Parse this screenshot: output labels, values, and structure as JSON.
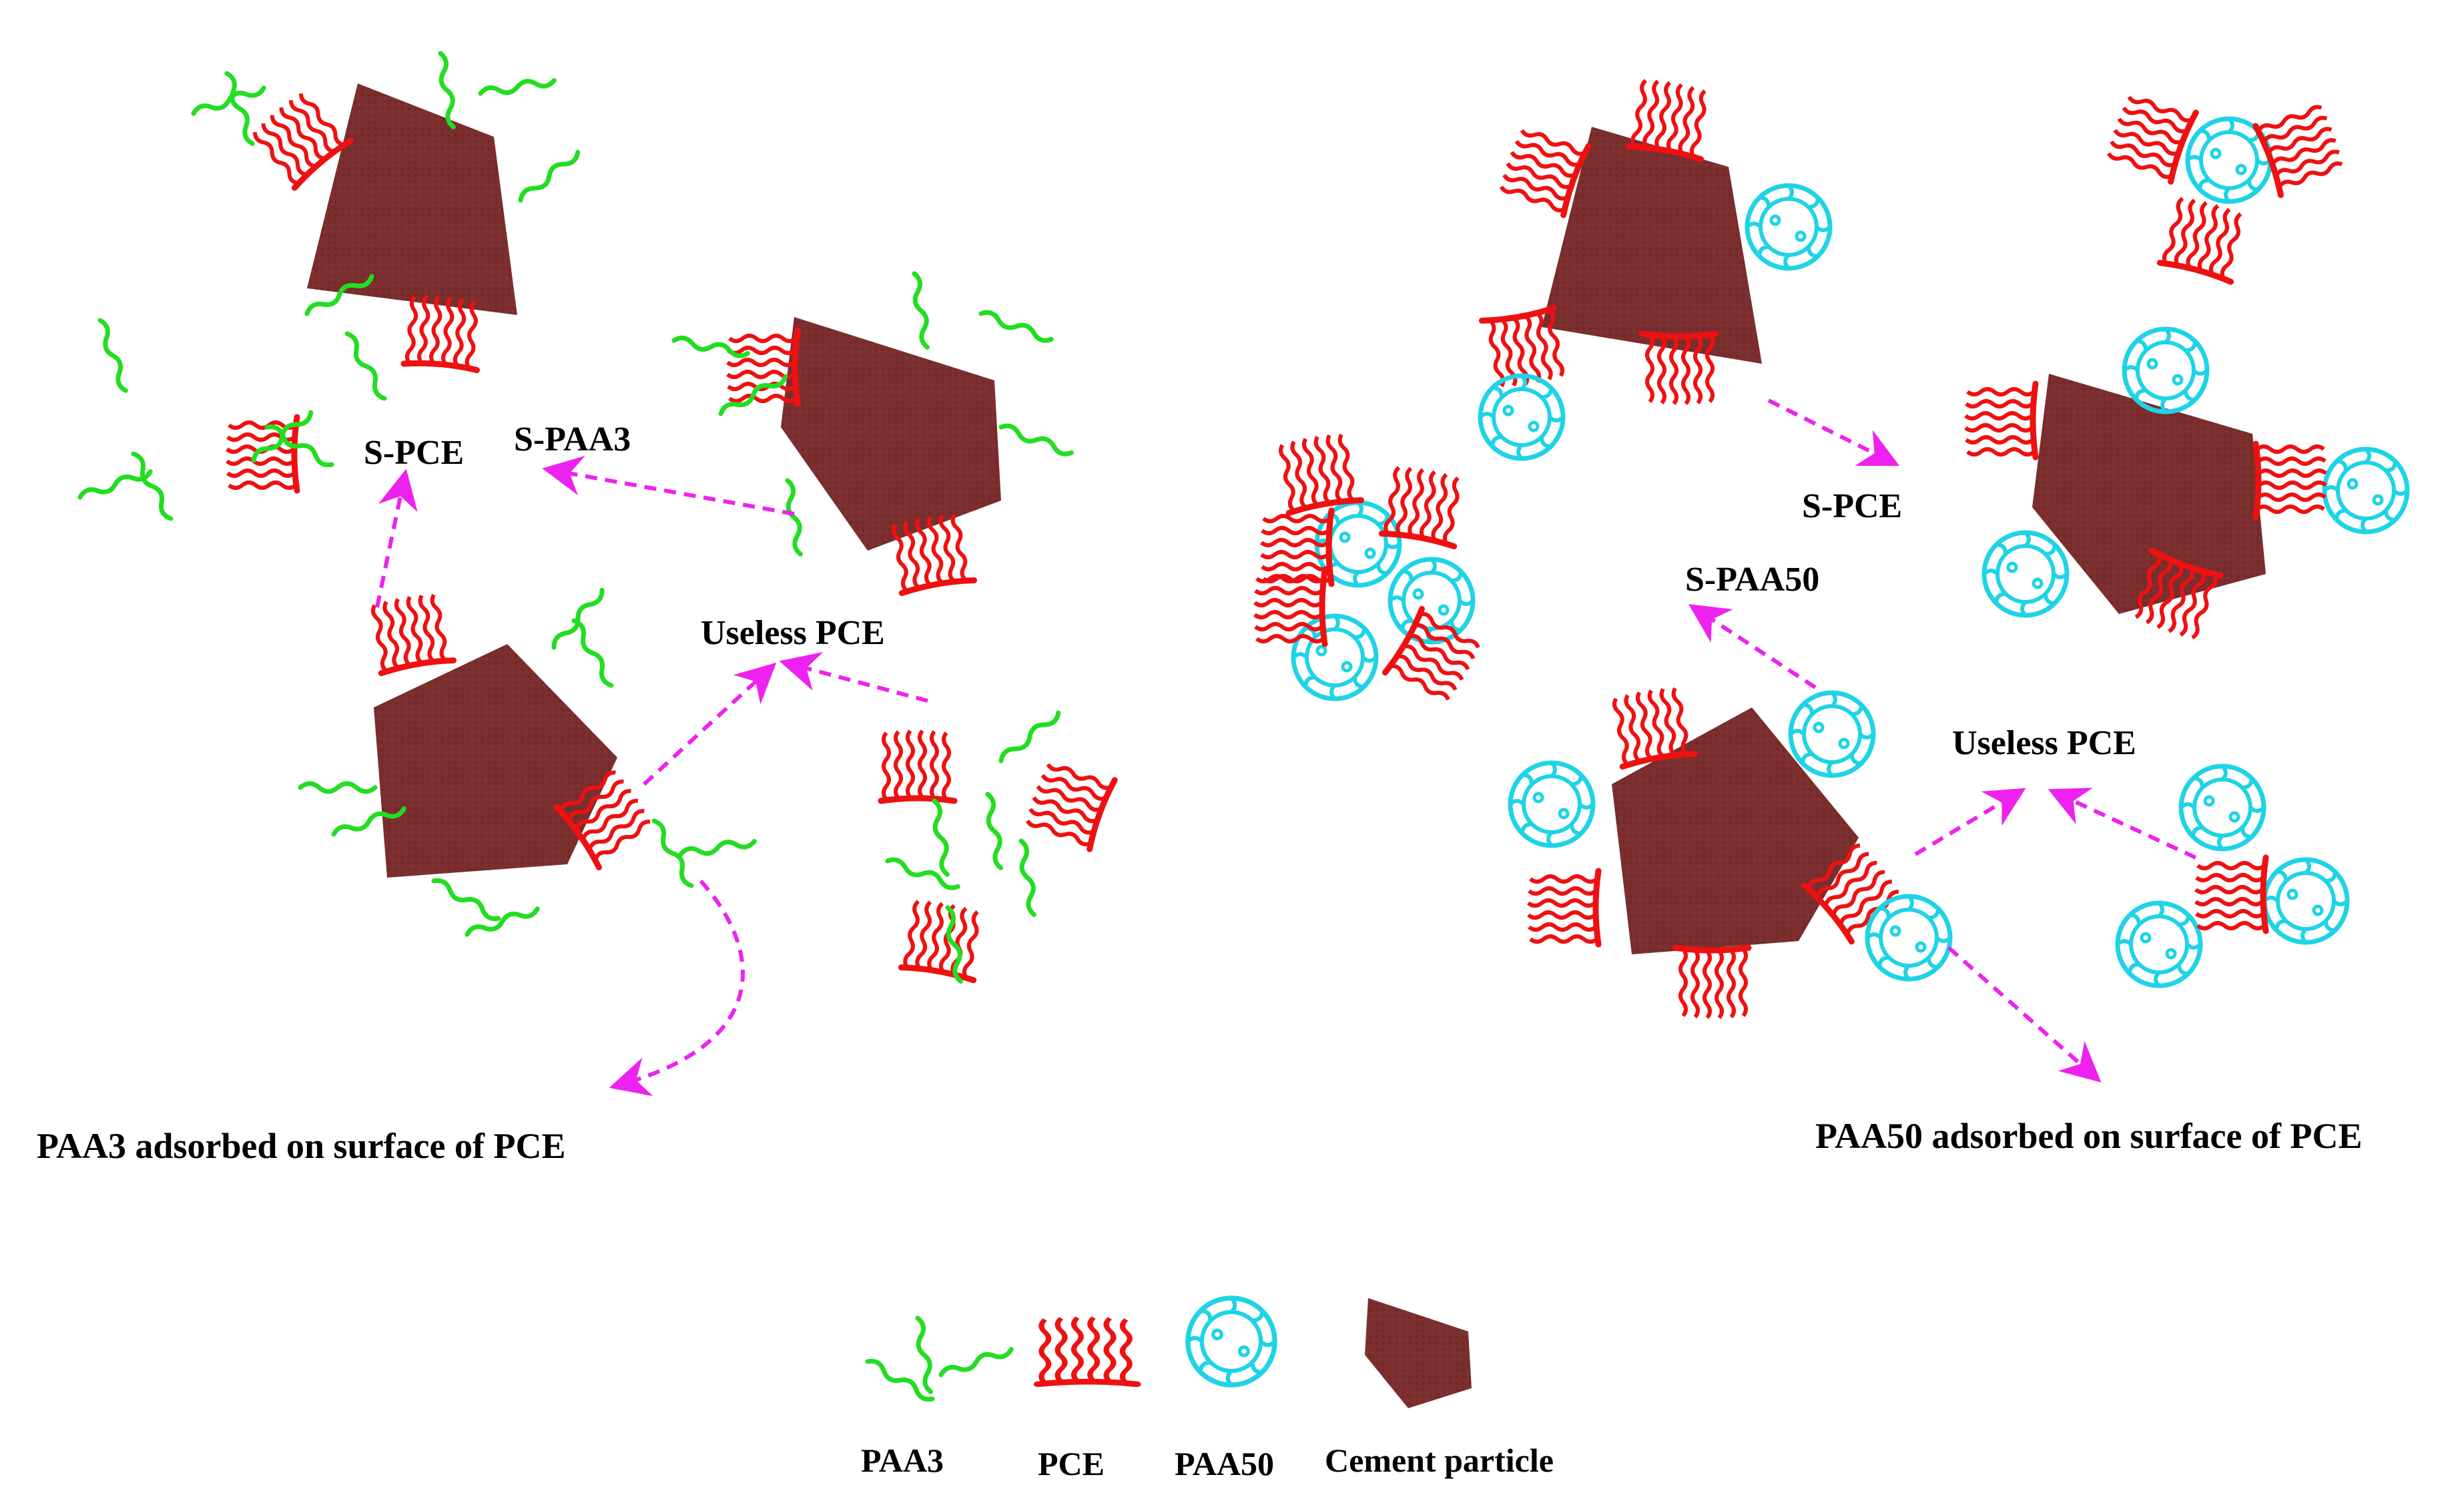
{
  "labels": {
    "left_spce": "S-PCE",
    "left_spaa3": "S-PAA3",
    "left_useless": "Useless PCE",
    "left_caption": "PAA3 adsorbed on surface of PCE",
    "right_spce": "S-PCE",
    "right_spaa50": "S-PAA50",
    "right_useless": "Useless PCE",
    "right_caption": "PAA50 adsorbed on surface of PCE"
  },
  "legend": {
    "paa3": "PAA3",
    "pce": "PCE",
    "paa50": "PAA50",
    "cement": "Cement particle"
  },
  "colors": {
    "paa3": "#22dd22",
    "pce": "#ee1111",
    "paa50": "#1fd3e6",
    "cement": "#7a2e2e",
    "arrow": "#ee22ee"
  }
}
